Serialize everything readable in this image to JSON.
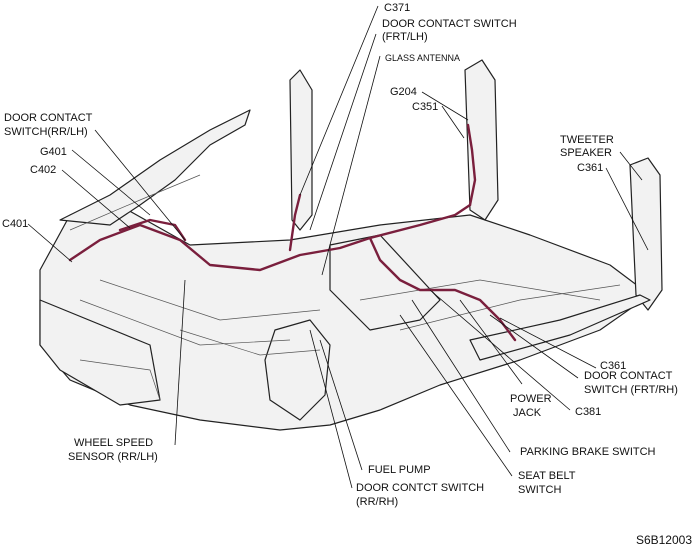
{
  "labels": {
    "c371": "C371",
    "door_frt_lh_1": "DOOR CONTACT SWITCH",
    "door_frt_lh_2": "(FRT/LH)",
    "glass_antenna": "GLASS ANTENNA",
    "g204": "G204",
    "c351": "C351",
    "door_rr_lh_1": "DOOR CONTACT",
    "door_rr_lh_2": "SWITCH(RR/LH)",
    "g401": "G401",
    "c402": "C402",
    "c401": "C401",
    "tweeter_1": "TWEETER",
    "tweeter_2": "SPEAKER",
    "c361_top": "C361",
    "c361_bottom": "C361",
    "door_frt_rh_1": "DOOR CONTACT",
    "door_frt_rh_2": "SWITCH (FRT/RH)",
    "power_jack_1": "POWER",
    "power_jack_2": "JACK",
    "c381": "C381",
    "parking_brake": "PARKING BRAKE SWITCH",
    "seat_belt_1": "SEAT BELT",
    "seat_belt_2": "SWITCH",
    "wheel_speed_1": "WHEEL SPEED",
    "wheel_speed_2": "SENSOR (RR/LH)",
    "fuel_pump": "FUEL PUMP",
    "door_rr_rh_1": "DOOR CONTCT SWITCH",
    "door_rr_rh_2": "(RR/RH)"
  },
  "figure_code": "S6B12003",
  "colors": {
    "harness": "#7a1f3d",
    "line": "#222222",
    "body_fill": "#f2f2f2",
    "shade": "#d9d9d9"
  }
}
